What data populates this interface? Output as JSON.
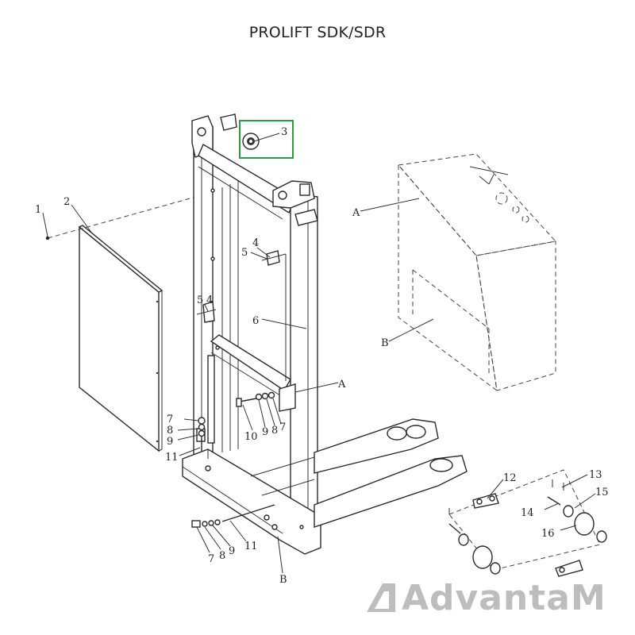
{
  "title": "PROLIFT SDK/SDR",
  "highlight_color": "#2e9b3e",
  "callouts": {
    "c1": "1",
    "c2": "2",
    "c3": "3",
    "c4a": "4",
    "c5a": "5",
    "c4b": "4",
    "c5b": "5",
    "c6": "6",
    "cA1": "A",
    "cA2": "A",
    "cB1": "B",
    "cB2": "B",
    "c7a": "7",
    "c8a": "8",
    "c9a": "9",
    "c11a": "11",
    "c10": "10",
    "c9b": "9",
    "c8b": "8",
    "c7b": "7",
    "c7c": "7",
    "c8c": "8",
    "c9c": "9",
    "c11b": "11",
    "c12": "12",
    "c13": "13",
    "c14": "14",
    "c15": "15",
    "c16": "16"
  },
  "watermark": {
    "text": "AdvantaM",
    "icon": "advantam-logo-icon"
  }
}
